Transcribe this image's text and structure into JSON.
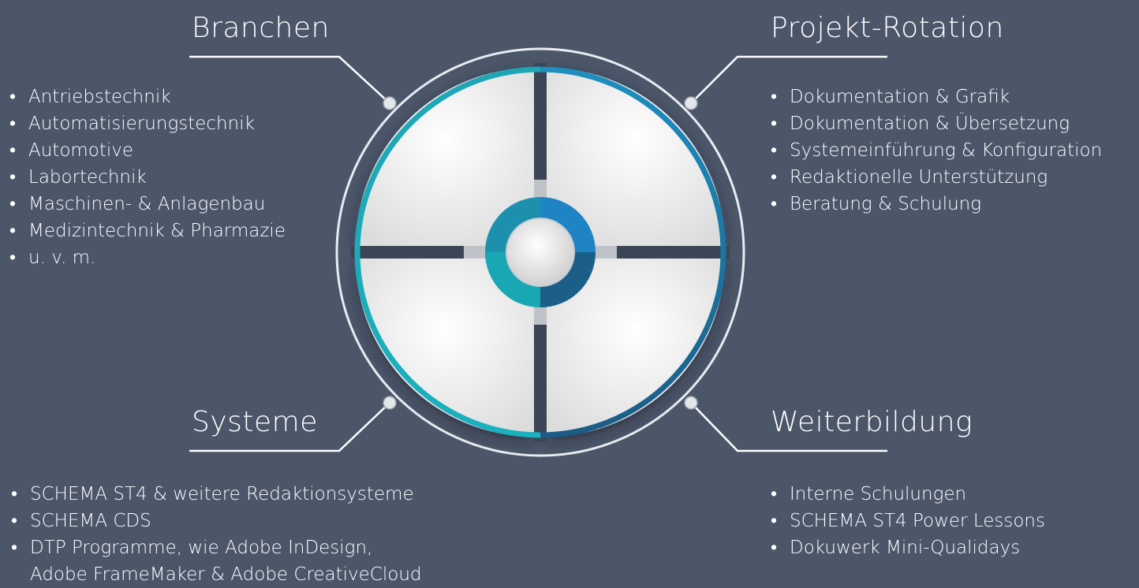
{
  "sections": {
    "branchen": {
      "title": "Branchen",
      "items": [
        "Antriebstechnik",
        "Automatisierungstechnik",
        "Automotive",
        "Labortechnik",
        "Maschinen- & Anlagenbau",
        "Medizintechnik & Pharmazie",
        "u. v. m."
      ]
    },
    "projekt": {
      "title": "Projekt-Rotation",
      "items": [
        "Dokumentation & Grafik",
        "Dokumentation & Übersetzung",
        "Systemeinführung & Konfiguration",
        "Redaktionelle Unterstützung",
        "Beratung & Schulung"
      ]
    },
    "systeme": {
      "title": "Systeme",
      "items": [
        "SCHEMA ST4 & weitere Redaktionsysteme",
        "SCHEMA CDS",
        "DTP Programme, wie Adobe InDesign,",
        "Adobe FrameMaker & Adobe CreativeCloud"
      ]
    },
    "weiterbildung": {
      "title": "Weiterbildung",
      "items": [
        "Interne Schulungen",
        "SCHEMA ST4 Power Lessons",
        "Dokuwerk Mini-Qualidays"
      ]
    }
  },
  "colors": {
    "background": "#4b5669",
    "text": "#ffffff",
    "ring_teal": "#1aa8b8",
    "ring_blue": "#1b6fa0",
    "quadrant": "#f2f2f2",
    "connector": "#ffffff"
  }
}
